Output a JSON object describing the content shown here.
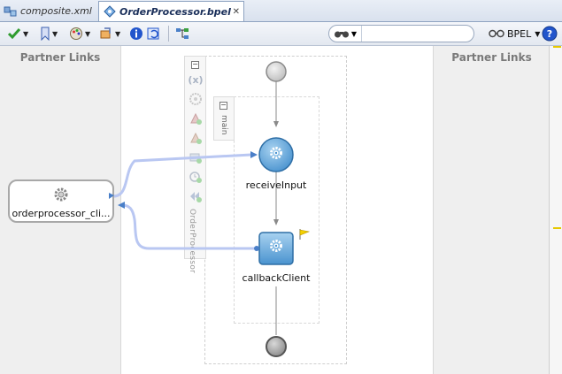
{
  "tabs": [
    {
      "label": "composite.xml",
      "active": false
    },
    {
      "label": "OrderProcessor.bpel",
      "active": true
    }
  ],
  "toolbar": {
    "search_placeholder": "",
    "bpel_label": "BPEL"
  },
  "lanes": {
    "left_title": "Partner Links",
    "right_title": "Partner Links"
  },
  "palette": {
    "process_label": "OrderProcessor",
    "scope_label": "main"
  },
  "partner_link": {
    "label": "orderprocessor_cli..."
  },
  "activities": {
    "receive_label": "receiveInput",
    "callback_label": "callbackClient"
  },
  "colors": {
    "activity_fill": "#5aa3d8",
    "activity_border": "#2f6fa6",
    "link_line": "#b9c7f2",
    "lane_bg": "#efefef"
  }
}
